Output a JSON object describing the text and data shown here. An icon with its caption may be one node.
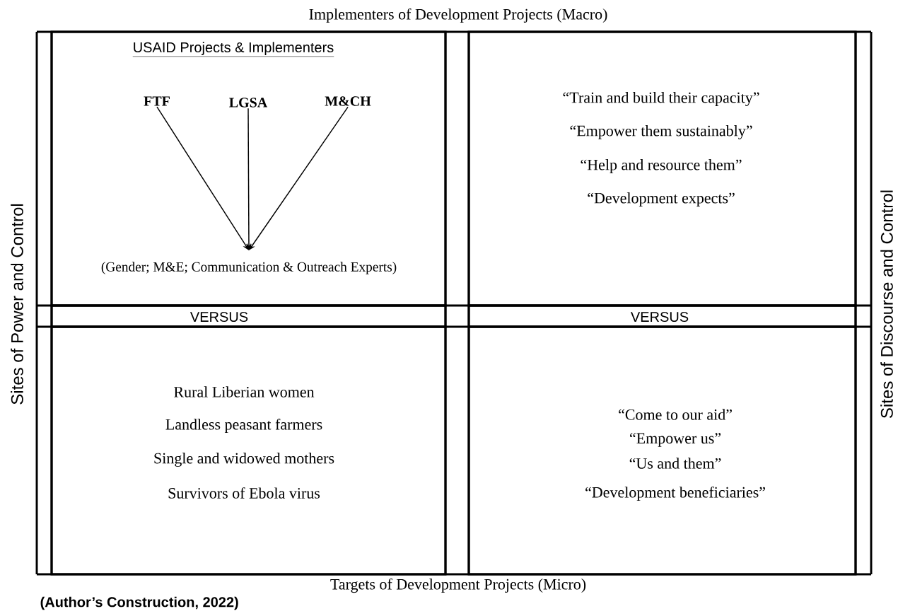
{
  "diagram": {
    "title": "Implementers of Development Projects (Macro)",
    "caption": "(Author’s Construction, 2022)",
    "nodes": [
      {
        "text": [
          "USAID Projects & Implementers"
        ]
      },
      {
        "text": [
          "FTF"
        ],
        "in": 0
      },
      {
        "text": [
          "LGSA"
        ],
        "in": 0
      },
      {
        "text": [
          "M&CH"
        ],
        "in": 0
      },
      {
        "text": [
          "(Gender; M&E; Communication & Outreach Experts)"
        ],
        "in": 0
      },
      {
        "text": [
          "“Train and build their capacity”",
          "“Empower them sustainably”",
          "“Help and resource them”",
          "“Development expects”"
        ]
      },
      {
        "text": [
          "VERSUS"
        ]
      },
      {
        "text": [
          "VERSUS"
        ]
      },
      {
        "text": [
          "Rural Liberian women",
          "Landless peasant farmers",
          "Single and widowed mothers",
          "Survivors of Ebola virus"
        ]
      },
      {
        "text": [
          "“Come to our aid”",
          "“Empower us”",
          "“Us and them”",
          "“Development beneficiaries”"
        ]
      }
    ],
    "edges": [
      {
        "from": 1,
        "to": 4,
        "arrow": "to"
      },
      {
        "from": 2,
        "to": 4,
        "arrow": "to"
      },
      {
        "from": 3,
        "to": 4,
        "arrow": "to"
      }
    ],
    "labels": [
      "Sites of Power and Control",
      "Sites of Discourse and Control",
      "Targets of Development Projects (Micro)"
    ]
  }
}
